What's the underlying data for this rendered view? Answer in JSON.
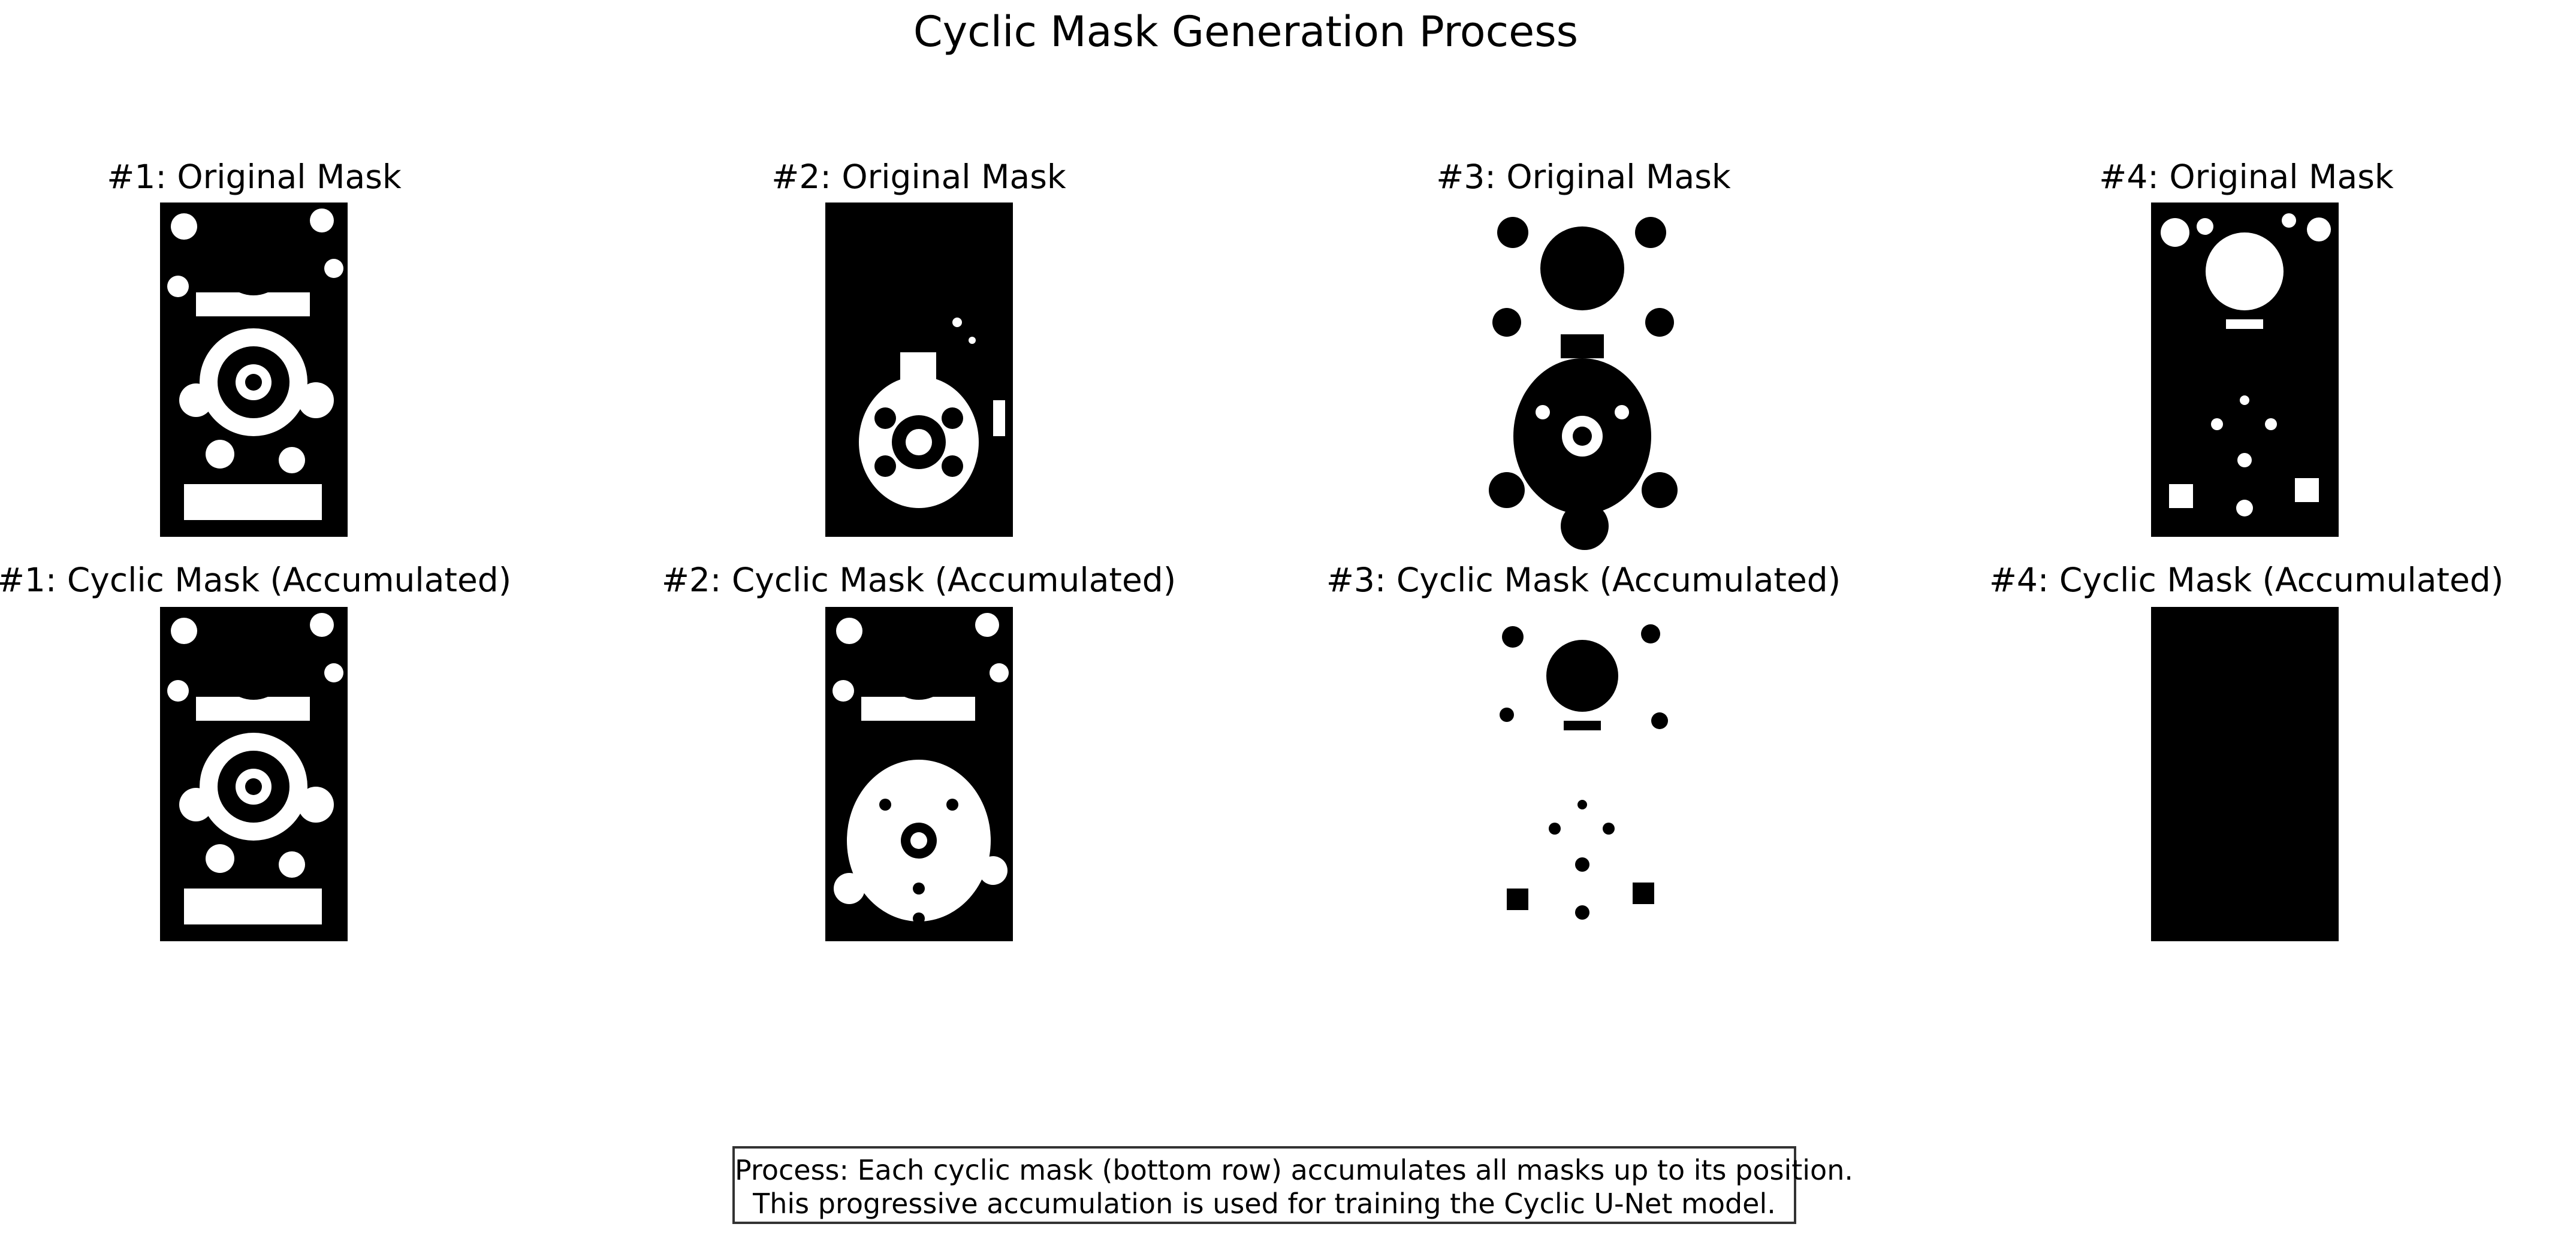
{
  "figure": {
    "title": "Cyclic Mask Generation Process"
  },
  "panels": {
    "original": [
      {
        "title": "#1: Original Mask"
      },
      {
        "title": "#2: Original Mask"
      },
      {
        "title": "#3: Original Mask"
      },
      {
        "title": "#4: Original Mask"
      }
    ],
    "cyclic": [
      {
        "title": "#1: Cyclic Mask (Accumulated)"
      },
      {
        "title": "#2: Cyclic Mask (Accumulated)"
      },
      {
        "title": "#3: Cyclic Mask (Accumulated)"
      },
      {
        "title": "#4: Cyclic Mask (Accumulated)"
      }
    ]
  },
  "caption": {
    "line1": "Process: Each cyclic mask (bottom row) accumulates all masks up to its position.",
    "line2": "This progressive accumulation is used for training the Cyclic U-Net model."
  }
}
